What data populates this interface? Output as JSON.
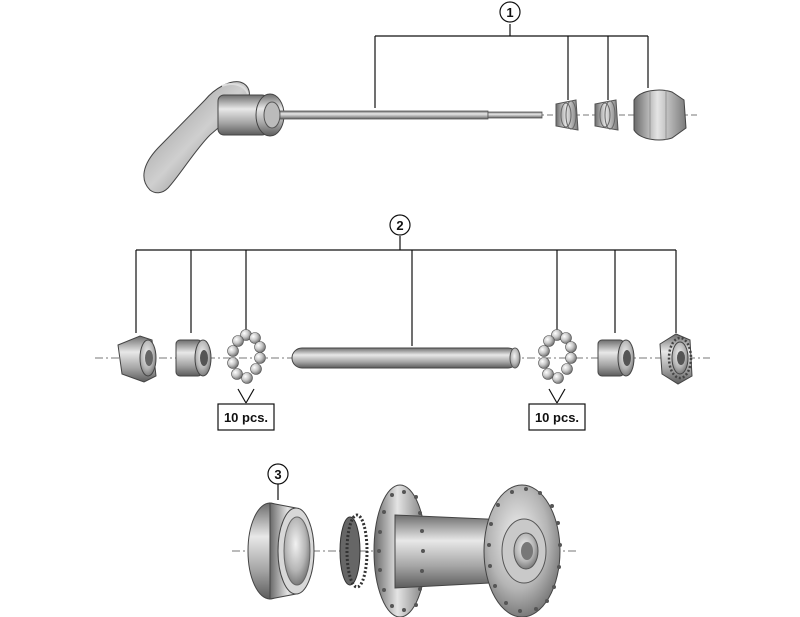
{
  "callouts": {
    "part1": "1",
    "part2": "2",
    "part3": "3"
  },
  "quantity_tags": {
    "left": "10 pcs.",
    "right": "10 pcs."
  },
  "colors": {
    "line": "#111111",
    "metal_dark": "#5a5a5a",
    "metal_mid": "#9a9a9a",
    "metal_light": "#e6e6e6"
  }
}
